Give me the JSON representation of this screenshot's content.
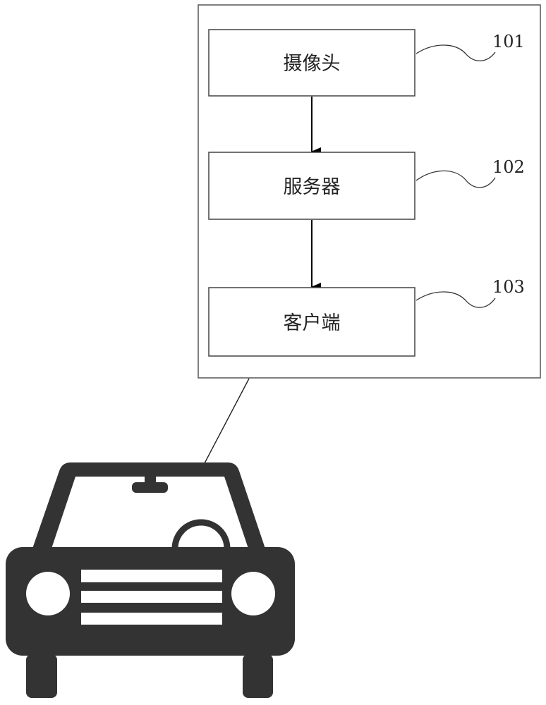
{
  "diagram": {
    "nodes": [
      {
        "id": "camera",
        "label": "摄像头",
        "ref": "101"
      },
      {
        "id": "server",
        "label": "服务器",
        "ref": "102"
      },
      {
        "id": "client",
        "label": "客户端",
        "ref": "103"
      }
    ],
    "edges": [
      {
        "from": "camera",
        "to": "server"
      },
      {
        "from": "server",
        "to": "client"
      }
    ]
  }
}
